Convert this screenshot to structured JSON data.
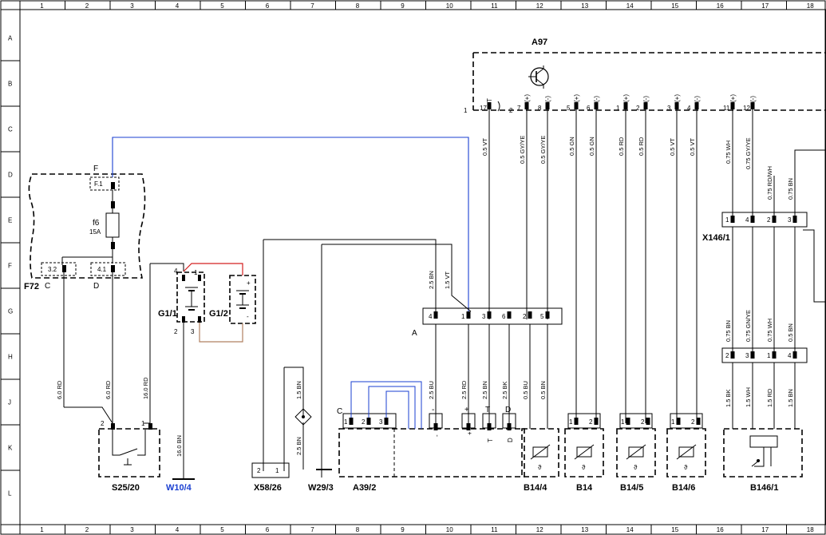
{
  "grid": {
    "columns": [
      "1",
      "2",
      "3",
      "4",
      "5",
      "6",
      "7",
      "8",
      "9",
      "10",
      "11",
      "12",
      "13",
      "14",
      "15",
      "16",
      "17",
      "18"
    ],
    "rows": [
      "A",
      "B",
      "C",
      "D",
      "E",
      "F",
      "G",
      "H",
      "J",
      "K",
      "L"
    ]
  },
  "components": {
    "a97": "A97",
    "x146_1": "X146/1",
    "f72": "F72",
    "f_block": "F",
    "fuse_f1": "F.1",
    "fuse_f6": "f6",
    "fuse_f6_rating": "15A",
    "fuse_32": "3.2",
    "fuse_41": "4.1",
    "fuse_c": "C",
    "fuse_d": "D",
    "g1_1": "G1/1",
    "g1_2": "G1/2",
    "conn_a": "A",
    "s25_20": "S25/20",
    "w10_4": "W10/4",
    "x58_26": "X58/26",
    "w29_3": "W29/3",
    "a39_2": "A39/2",
    "b14_4": "B14/4",
    "b14": "B14",
    "b14_5": "B14/5",
    "b14_6": "B14/6",
    "b146_1": "B146/1"
  },
  "a97_pins": {
    "p1": "1",
    "p17": "17",
    "p2": "2",
    "p7": "7",
    "p8": "8",
    "p5": "5",
    "p6": "6",
    "p1b": "1",
    "p2b": "2",
    "p3": "3",
    "p4": "4",
    "p11": "11",
    "p12": "12",
    "t": "T",
    "plus": "(+)",
    "minus": "(-)"
  },
  "wires": {
    "w_17_vt": "0.5 VT",
    "w_gyye_1": "0.5 GY/YE",
    "w_gyye_2": "0.5 GY/YE",
    "w_gn_1": "0.5 GN",
    "w_gn_2": "0.5 GN",
    "w_rd_1": "0.5 RD",
    "w_rd_2": "0.5 RD",
    "w_vt_1": "0.5 VT",
    "w_vt_2": "0.5 VT",
    "w_wh_75": "0.75 WH",
    "w_gyye_75": "0.75 GY/YE",
    "w_rdwh_75": "0.75 RD/WH",
    "w_bn_75": "0.75 BN",
    "w_25bn_top": "2.5 BN",
    "w_15vt": "1.5 VT",
    "w_25bu": "2.5 BU",
    "w_25rd": "2.5 RD",
    "w_25bn_t": "2.5 BN",
    "w_25bk": "2.5 BK",
    "w_05bu": "0.5 BU",
    "w_05bn": "0.5 BN",
    "w_60rd_1": "6.0 RD",
    "w_60rd_2": "6.0 RD",
    "w_160rd": "16.0 RD",
    "w_160bn": "16.0 BN",
    "w_15bn_1": "1.5 BN",
    "w_25bn_x58": "2.5 BN",
    "w_bn_g": "0.75 BN",
    "w_gnye_g": "0.75 GN/YE",
    "w_wh_g": "0.75 WH",
    "w_05bn_g": "0.5 BN",
    "w_15bk": "1.5 BK",
    "w_15wh": "1.5 WH",
    "w_15rd": "1.5 RD",
    "w_15bn_b": "1.5 BN"
  },
  "conn_a_pins": [
    "4",
    "1",
    "3",
    "6",
    "2",
    "5"
  ],
  "x146_pins_top": [
    "1",
    "4",
    "2",
    "3"
  ],
  "x146_pins_bottom": [
    "2",
    "3",
    "1",
    "4"
  ],
  "a39_pins": [
    "1",
    "2",
    "3"
  ],
  "a39_labels": {
    "c": "C",
    "minus": "-",
    "plus": "+",
    "t": "T",
    "d": "D",
    "t2": "T",
    "d2": "D"
  },
  "s25_pins": [
    "2",
    "1"
  ],
  "g1_pins": {
    "p4": "4",
    "p1": "1",
    "p2": "2",
    "p3": "3",
    "plus": "+",
    "minus": "-"
  },
  "x58_pins": [
    "2",
    "1"
  ],
  "sensor_pins": [
    "1",
    "2"
  ],
  "colors": {
    "blue_wire": "#1a3fd1",
    "red_wire": "#d42020",
    "brown_wire": "#b08060",
    "link_text": "#1a3fd1"
  }
}
